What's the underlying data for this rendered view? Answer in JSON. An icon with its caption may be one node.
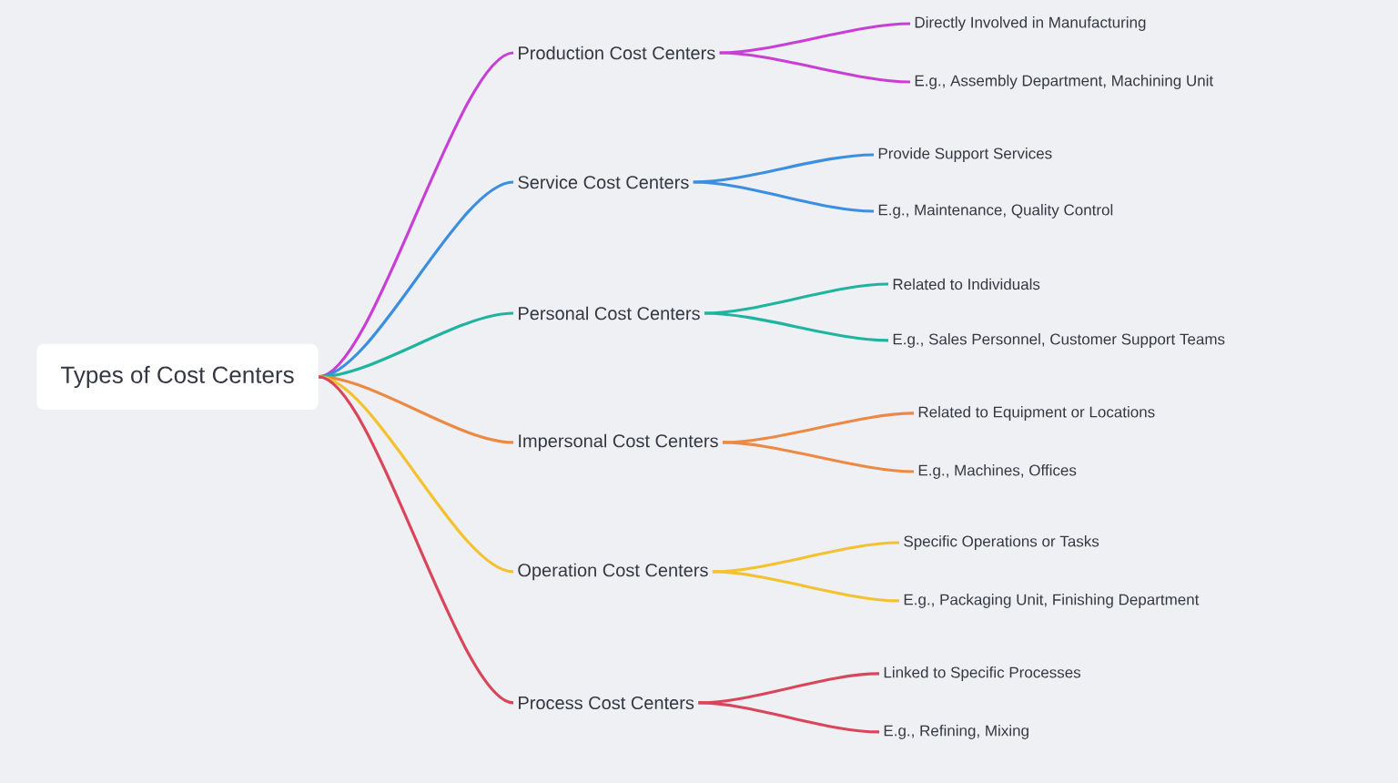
{
  "diagram": {
    "nodes": [
      {
        "text": [
          "Types of Cost Centers"
        ]
      },
      {
        "text": [
          "Production Cost Centers"
        ]
      },
      {
        "text": [
          "Directly Involved in Manufacturing"
        ]
      },
      {
        "text": [
          "E.g., Assembly Department, Machining Unit"
        ]
      },
      {
        "text": [
          "Service Cost Centers"
        ]
      },
      {
        "text": [
          "Provide Support Services"
        ]
      },
      {
        "text": [
          "E.g., Maintenance, Quality Control"
        ]
      },
      {
        "text": [
          "Personal Cost Centers"
        ]
      },
      {
        "text": [
          "Related to Individuals"
        ]
      },
      {
        "text": [
          "E.g., Sales Personnel, Customer Support Teams"
        ]
      },
      {
        "text": [
          "Impersonal Cost Centers"
        ]
      },
      {
        "text": [
          "Related to Equipment or Locations"
        ]
      },
      {
        "text": [
          "E.g., Machines, Offices"
        ]
      },
      {
        "text": [
          "Operation Cost Centers"
        ]
      },
      {
        "text": [
          "Specific Operations or Tasks"
        ]
      },
      {
        "text": [
          "E.g., Packaging Unit, Finishing Department"
        ]
      },
      {
        "text": [
          "Process Cost Centers"
        ]
      },
      {
        "text": [
          "Linked to Specific Processes"
        ]
      },
      {
        "text": [
          "E.g., Refining, Mixing"
        ]
      }
    ],
    "edges": [
      {
        "from": 0,
        "to": 1,
        "arrow": "none",
        "color": "#c93fd6"
      },
      {
        "from": 1,
        "to": 2,
        "arrow": "none",
        "color": "#c93fd6"
      },
      {
        "from": 1,
        "to": 3,
        "arrow": "none",
        "color": "#c93fd6"
      },
      {
        "from": 0,
        "to": 4,
        "arrow": "none",
        "color": "#3b8ee0"
      },
      {
        "from": 4,
        "to": 5,
        "arrow": "none",
        "color": "#3b8ee0"
      },
      {
        "from": 4,
        "to": 6,
        "arrow": "none",
        "color": "#3b8ee0"
      },
      {
        "from": 0,
        "to": 7,
        "arrow": "none",
        "color": "#1fb3a0"
      },
      {
        "from": 7,
        "to": 8,
        "arrow": "none",
        "color": "#1fb3a0"
      },
      {
        "from": 7,
        "to": 9,
        "arrow": "none",
        "color": "#1fb3a0"
      },
      {
        "from": 0,
        "to": 10,
        "arrow": "none",
        "color": "#ec8a45"
      },
      {
        "from": 10,
        "to": 11,
        "arrow": "none",
        "color": "#ec8a45"
      },
      {
        "from": 10,
        "to": 12,
        "arrow": "none",
        "color": "#ec8a45"
      },
      {
        "from": 0,
        "to": 13,
        "arrow": "none",
        "color": "#f4c230"
      },
      {
        "from": 13,
        "to": 14,
        "arrow": "none",
        "color": "#f4c230"
      },
      {
        "from": 13,
        "to": 15,
        "arrow": "none",
        "color": "#f4c230"
      },
      {
        "from": 0,
        "to": 16,
        "arrow": "none",
        "color": "#d9455a"
      },
      {
        "from": 16,
        "to": 17,
        "arrow": "none",
        "color": "#d9455a"
      },
      {
        "from": 16,
        "to": 18,
        "arrow": "none",
        "color": "#d9455a"
      }
    ]
  }
}
